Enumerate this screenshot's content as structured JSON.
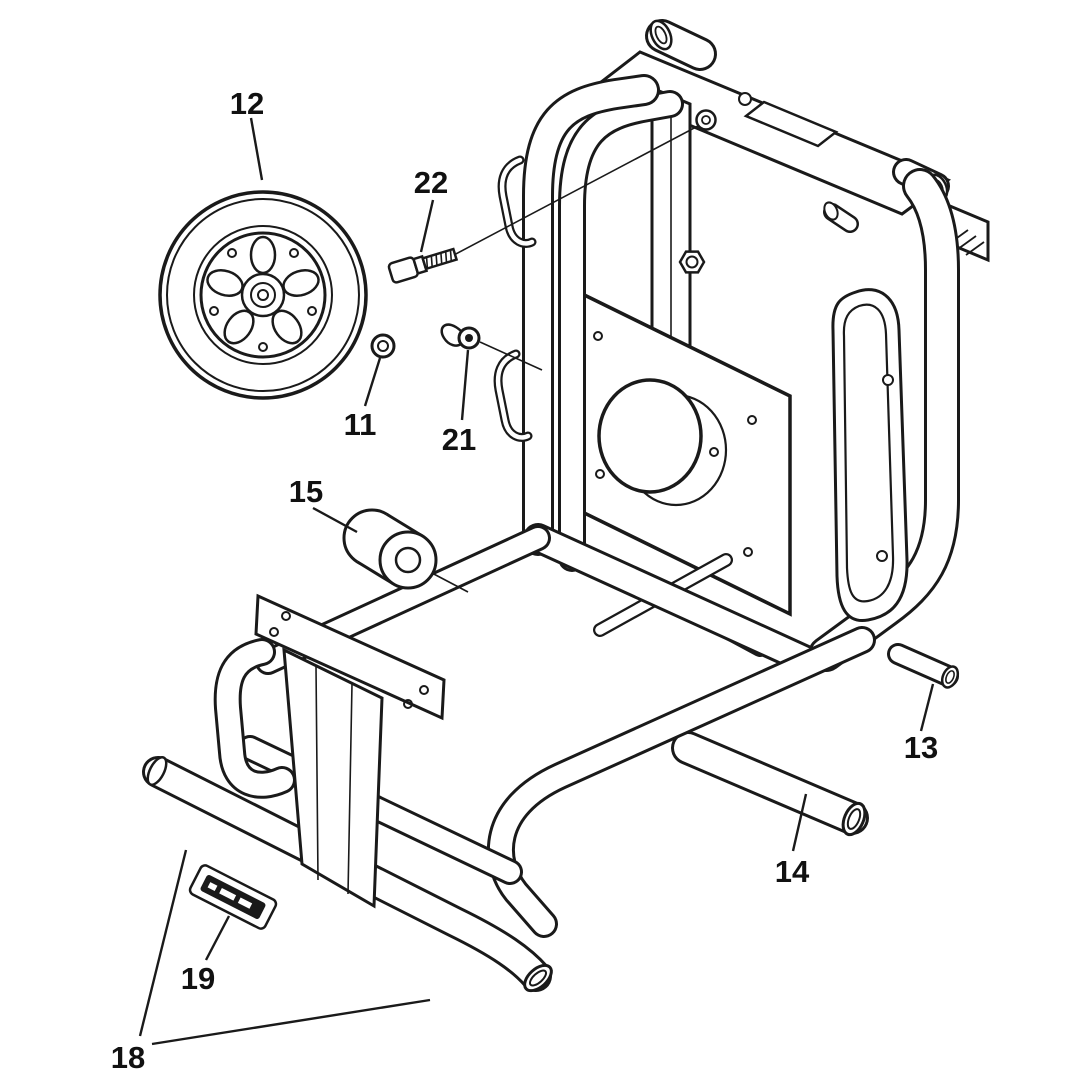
{
  "figure": {
    "type": "exploded-parts-diagram",
    "background_color": "#ffffff",
    "line_color": "#1a1a1a"
  },
  "callouts": [
    {
      "number": "12",
      "part": "wheel"
    },
    {
      "number": "22",
      "part": "hex-head-bolt"
    },
    {
      "number": "11",
      "part": "washer"
    },
    {
      "number": "21",
      "part": "retaining-clip"
    },
    {
      "number": "15",
      "part": "roller-spacer"
    },
    {
      "number": "13",
      "part": "support-pin"
    },
    {
      "number": "14",
      "part": "cross-tube"
    },
    {
      "number": "19",
      "part": "nameplate-label"
    },
    {
      "number": "18",
      "part": "frame-weldment"
    }
  ]
}
